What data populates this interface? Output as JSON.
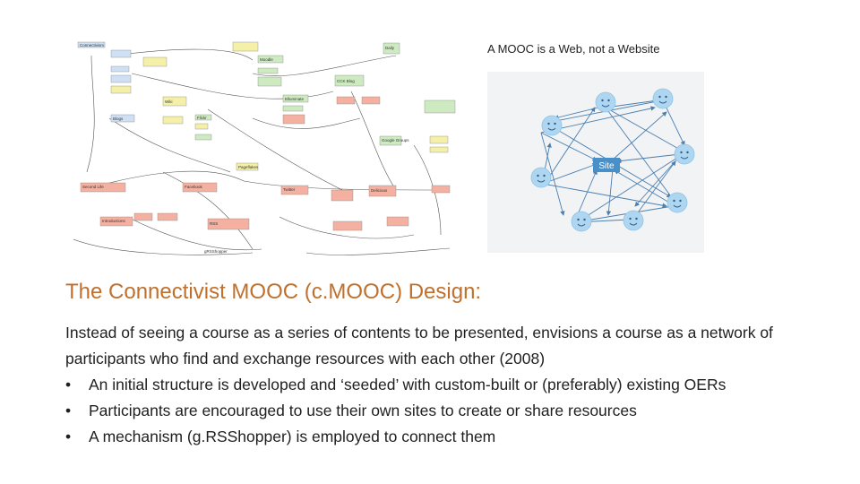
{
  "slide": {
    "title": "The Connectivist MOOC (c.MOOC) Design:",
    "intro": "Instead of seeing a course as a series of contents to be presented, envisions a course as a network of participants who find and exchange resources with each other (2008)",
    "bullets": [
      "An initial structure is developed and ‘seeded’ with custom-built or (preferably) existing OERs",
      "Participants are encouraged to use their own sites to create or share resources",
      "A mechanism (g.RSShopper) is employed to connect them"
    ],
    "bullet_glyph": "•"
  },
  "network_figure": {
    "caption": "A MOOC is a Web, not a Website",
    "hub_label": "Site"
  },
  "design_diagram": {
    "labels": [
      "Connectivism",
      "Daily",
      "Moodle",
      "Blogs",
      "Twitter",
      "CCK Blog",
      "Elluminate",
      "Wiki",
      "Flickr",
      "Second Life",
      "Facebook",
      "Pageflakes",
      "Google Groups",
      "Delicious",
      "RSS",
      "Introductions",
      "gRSShopper"
    ],
    "colors": {
      "green": "#cdeac0",
      "yellow": "#f4f0a8",
      "red": "#f4b0a0",
      "blue": "#cfe0f4"
    }
  },
  "colors": {
    "title": "#c0702c",
    "face": "#aed6f1",
    "hub": "#4a90c8"
  }
}
